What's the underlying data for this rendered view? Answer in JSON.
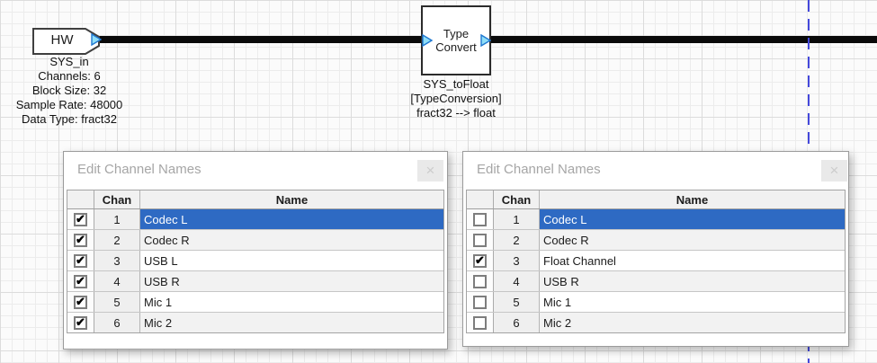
{
  "diagram": {
    "hw_block": {
      "label": "HW",
      "caption_lines": [
        "SYS_in",
        "Channels: 6",
        "Block Size: 32",
        "Sample Rate: 48000",
        "Data Type: fract32"
      ]
    },
    "type_convert_block": {
      "label_lines": [
        "Type",
        "Convert"
      ],
      "caption_lines": [
        "SYS_toFloat",
        "[TypeConversion]",
        "fract32 --> float"
      ]
    }
  },
  "icons": {
    "close": "×",
    "check": "✔"
  },
  "colors": {
    "selection_blue": "#2e6ac3",
    "wire_black": "#0a0a0a",
    "guide_line_blue": "#4448db",
    "pin_fill": "#8fdef7",
    "pin_stroke": "#1f78d1"
  },
  "dialogs": [
    {
      "title": "Edit Channel Names",
      "columns": {
        "chan": "Chan",
        "name": "Name"
      },
      "rows": [
        {
          "chan": "1",
          "name": "Codec L",
          "checked": true,
          "selected": true
        },
        {
          "chan": "2",
          "name": "Codec R",
          "checked": true,
          "selected": false
        },
        {
          "chan": "3",
          "name": "USB L",
          "checked": true,
          "selected": false
        },
        {
          "chan": "4",
          "name": "USB R",
          "checked": true,
          "selected": false
        },
        {
          "chan": "5",
          "name": "Mic 1",
          "checked": true,
          "selected": false
        },
        {
          "chan": "6",
          "name": "Mic 2",
          "checked": true,
          "selected": false
        }
      ]
    },
    {
      "title": "Edit Channel Names",
      "columns": {
        "chan": "Chan",
        "name": "Name"
      },
      "rows": [
        {
          "chan": "1",
          "name": "Codec L",
          "checked": false,
          "selected": true
        },
        {
          "chan": "2",
          "name": "Codec R",
          "checked": false,
          "selected": false
        },
        {
          "chan": "3",
          "name": "Float Channel",
          "checked": true,
          "selected": false
        },
        {
          "chan": "4",
          "name": "USB R",
          "checked": false,
          "selected": false
        },
        {
          "chan": "5",
          "name": "Mic 1",
          "checked": false,
          "selected": false
        },
        {
          "chan": "6",
          "name": "Mic 2",
          "checked": false,
          "selected": false
        }
      ]
    }
  ]
}
